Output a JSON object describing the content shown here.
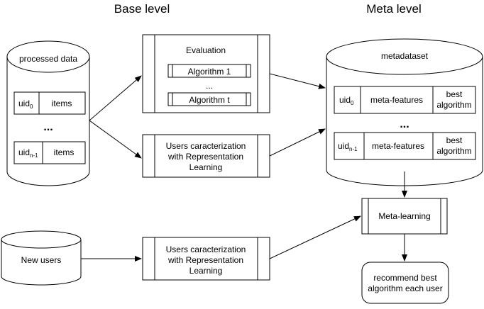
{
  "headers": {
    "base": "Base level",
    "meta": "Meta level"
  },
  "processed_data": {
    "title": "processed data",
    "row1": {
      "uid": "uid",
      "sub": "0",
      "items": "items"
    },
    "ellipsis": "...",
    "row2": {
      "uid": "uid",
      "sub": "n-1",
      "items": "items"
    }
  },
  "evaluation": {
    "title": "Evaluation",
    "algo1": "Algorithm 1",
    "ellipsis": "...",
    "algot": "Algorithm t"
  },
  "users_char_1": {
    "line1": "Users caracterization",
    "line2": "with Representation",
    "line3": "Learning"
  },
  "users_char_2": {
    "line1": "Users caracterization",
    "line2": "with Representation",
    "line3": "Learning"
  },
  "metadataset": {
    "title": "metadataset",
    "row1": {
      "uid": "uid",
      "sub": "0",
      "features": "meta-features",
      "best1": "best",
      "best2": "algorithm"
    },
    "ellipsis": "...",
    "row2": {
      "uid": "uid",
      "sub": "n-1",
      "features": "meta-features",
      "best1": "best",
      "best2": "algorithm"
    }
  },
  "meta_learning": "Meta-learning",
  "new_users": "New users",
  "recommend": {
    "line1": "recommend best",
    "line2": "algorithm each user"
  }
}
